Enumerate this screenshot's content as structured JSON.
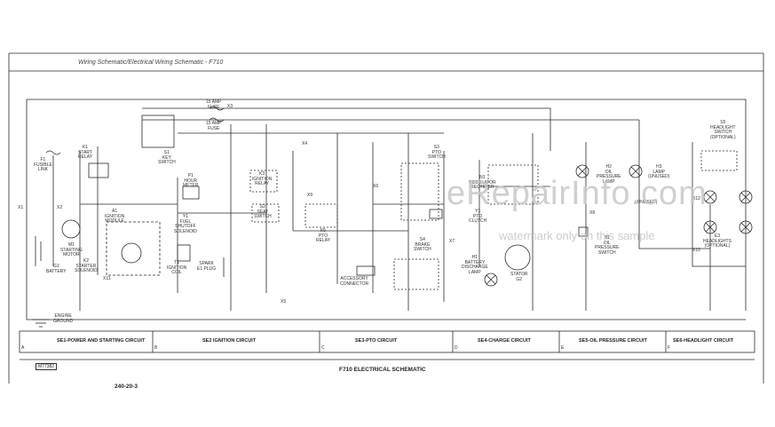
{
  "header": {
    "title": "Wiring Schematic/Electrical Wiring Schematic - F710"
  },
  "footer": {
    "title": "F710 ELECTRICAL SCHEMATIC",
    "page_number": "240-20-3",
    "ref_code": "M77382"
  },
  "sections": [
    "SE1-POWER AND STARTING CIRCUIT",
    "SE2 IGNITION CIRCUIT",
    "SE3-PTO CIRCUIT",
    "SE4-CHARGE CIRCUIT",
    "SE5-OIL PRESSURE CIRCUIT",
    "SE6-HEADLIGHT CIRCUIT"
  ],
  "section_letters": [
    "A",
    "B",
    "C",
    "D",
    "E",
    "F"
  ],
  "watermark": {
    "site": "eRepairInfo.com",
    "notice": "watermark only on this sample"
  },
  "labels": {
    "fuse_15a_1": "15 AMP\nFUSE",
    "fuse_15a_2": "15 AMP\nFUSE",
    "fusible_link": "F1\nFUSIBLE\nLINK",
    "start_relay": "K1\nSTART\nRELAY",
    "key_switch": "S1\nKEY\nSWITCH",
    "hour_meter": "P1\nHOUR\nMETER",
    "ignition_module": "A1\nIGNITION\nMODULE",
    "fuel_shutoff": "Y1\nFUEL\nSHUTOFF\nSOLENOID",
    "ignition_coil": "T1\nIGNITION\nCOIL",
    "spark_plug": "SPARK\nE1 PLUG",
    "starting_motor": "M1\nSTARTING\nMOTOR",
    "starter_solenoid": "K2\nSTARTER\nSOLENOID",
    "battery": "G1\nBATTERY",
    "engine_ground": "ENGINE\nGROUND",
    "ignition_relay": "K3\nIGNITION\nRELAY",
    "seat_switch": "S2\nSEAT\nSWITCH",
    "pto_relay": "K5\nPTO\nRELAY",
    "accessory_connector": "ACCESSORY\nCONNECTOR",
    "pto_switch": "S3\nPTO\nSWITCH",
    "brake_switch": "S4\nBRAKE\nSWITCH",
    "pto_clutch": "Y1\nPTO\nCLUTCH",
    "regulator_rectifier": "N1\nREGULATOR\nRECTIFIER",
    "discharge_lamp": "H1\nBATTERY\nDISCHARGE\nLAMP",
    "stator": "STATOR\nG2",
    "oil_pressure_lamp": "H2\nOIL\nPRESSURE\nLAMP",
    "lamp_unused": "H3\nLAMP\n(UNUSED)",
    "oil_pressure_switch": "B1\nOIL\nPRESSURE\nSWITCH",
    "headlight_switch": "S5\nHEADLIGHT\nSWITCH\n(OPTIONAL)",
    "headlights": "E3\nHEADLIGHTS\n(OPTIONAL)",
    "unused": "(UNUSED)"
  },
  "connectors": [
    "X1",
    "X2",
    "X3",
    "X4",
    "X5",
    "X6",
    "X7",
    "X8",
    "X9",
    "X10",
    "X11",
    "X12"
  ],
  "wire_colors": {
    "line": "#2a2a2a",
    "watermark": "#c8c8c8"
  }
}
